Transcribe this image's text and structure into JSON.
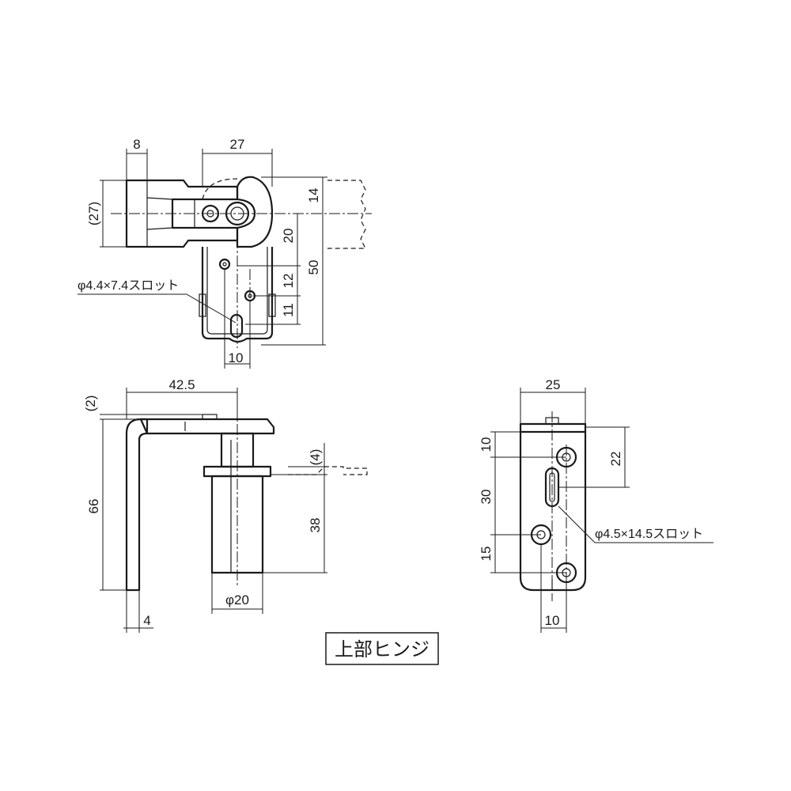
{
  "drawing_title": "上部ヒンジ",
  "top_view": {
    "dims": {
      "d8": "8",
      "d27": "27",
      "d27p": "(27)",
      "d14": "14",
      "d20": "20",
      "d50": "50",
      "d12": "12",
      "d11": "11",
      "d10": "10"
    },
    "slot_note": "φ4.4×7.4スロット"
  },
  "side_view": {
    "dims": {
      "d42_5": "42.5",
      "d2p": "(2)",
      "d66": "66",
      "d4": "4",
      "d38": "38",
      "d4p": "(4)",
      "dphi20": "φ20"
    }
  },
  "front_view": {
    "dims": {
      "d25": "25",
      "d10a": "10",
      "d22": "22",
      "d30": "30",
      "d15": "15",
      "d10b": "10"
    },
    "slot_note": "φ4.5×14.5スロット"
  }
}
